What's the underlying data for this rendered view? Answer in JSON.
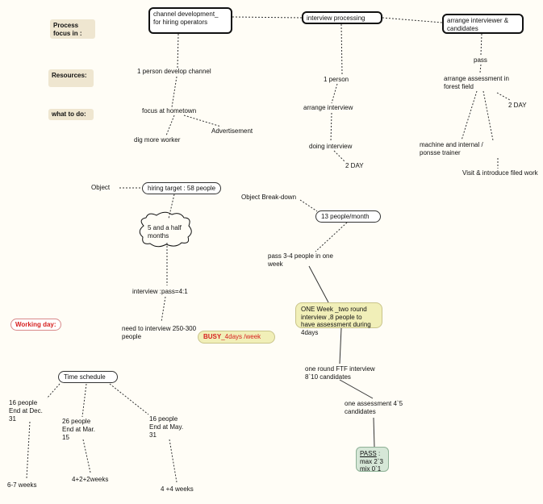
{
  "side_labels": {
    "process_focus": "Process focus in :",
    "resources": "Resources:",
    "what_to_do": "what to do:",
    "working_day": "Working day:"
  },
  "process": {
    "channel_development": "channel development_ for hiring operators",
    "interview_processing": "interview processing",
    "arrange_interviewer": "arrange interviewer & candidates"
  },
  "channel_branch": {
    "resource": "1 person develop channel",
    "focus": "focus at hometown",
    "dig_more": "dig more  worker",
    "advertisement": "Advertisement"
  },
  "interview_branch": {
    "resource": "1 person",
    "arrange": "arrange interview",
    "doing": "doing interview",
    "duration": "2 DAY"
  },
  "arrange_branch": {
    "pass": "pass",
    "assessment": "arrange assessment in forest field",
    "duration": "2 DAY",
    "machine": "machine and internal / ponsse trainer",
    "visit": "Visit & introduce filed work"
  },
  "object": {
    "label": "Object",
    "hiring_target": "hiring target : 58 people",
    "months": "5  and a half months",
    "ratio": "interview :pass=4:1",
    "need": "need to interview 250-300 people"
  },
  "breakdown": {
    "label": "Object Break-down",
    "per_month": "13 people/month",
    "per_week": "pass 3-4 people  in one week",
    "one_week": "ONE Week _two round interview ,8 people to have assessment  during 4days",
    "ftf": "one round FTF interview 8`10 candidates",
    "assessment": "one assessment 4`5 candidates",
    "pass_label": "PASS",
    "pass_rest": " :\nmax 2`3\nmix 0`1"
  },
  "working": {
    "busy": "BUSY",
    "busy_rest": "_4days /week"
  },
  "schedule": {
    "label": "Time schedule",
    "dec": "16 people\nEnd at Dec.\n31",
    "mar": "26 people\nEnd at Mar.\n15",
    "may": "16 people\nEnd at May.\n31",
    "dec_weeks": "6-7 weeks",
    "mar_weeks": "4+2+2weeks",
    "may_weeks": "4 +4 weeks"
  }
}
